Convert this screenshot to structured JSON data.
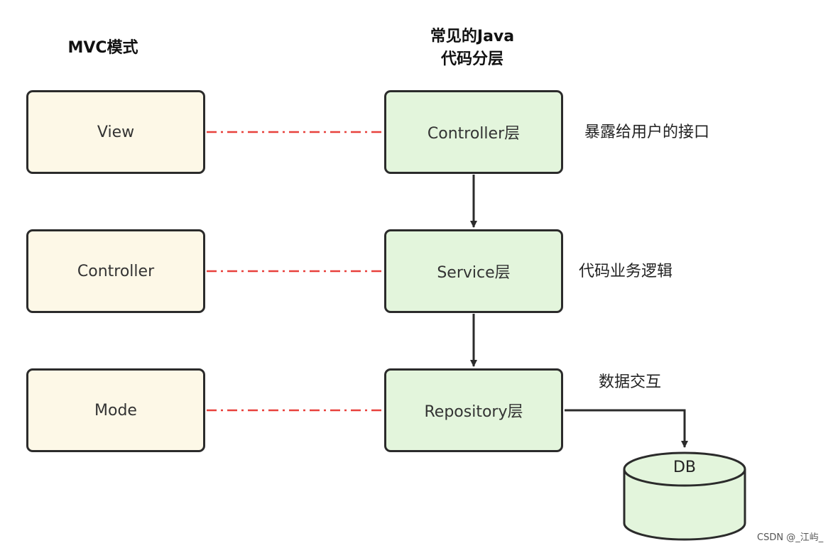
{
  "headings": {
    "mvc": "MVC模式",
    "java_line1": "常见的Java",
    "java_line2": "代码分层"
  },
  "mvc_boxes": [
    "View",
    "Controller",
    "Mode"
  ],
  "java_layers": [
    "Controller层",
    "Service层",
    "Repository层"
  ],
  "notes": {
    "controller_layer": "暴露给用户的接口",
    "service_layer": "代码业务逻辑",
    "repository_layer": "数据交互"
  },
  "database": {
    "label": "DB"
  },
  "watermark": "CSDN @_江屿_",
  "colors": {
    "mvc_fill": "#fdf8e7",
    "layer_fill": "#e3f5dc",
    "db_fill": "#e3f5dc",
    "dashed_link": "#e8413c",
    "border": "#2b2b2b"
  }
}
